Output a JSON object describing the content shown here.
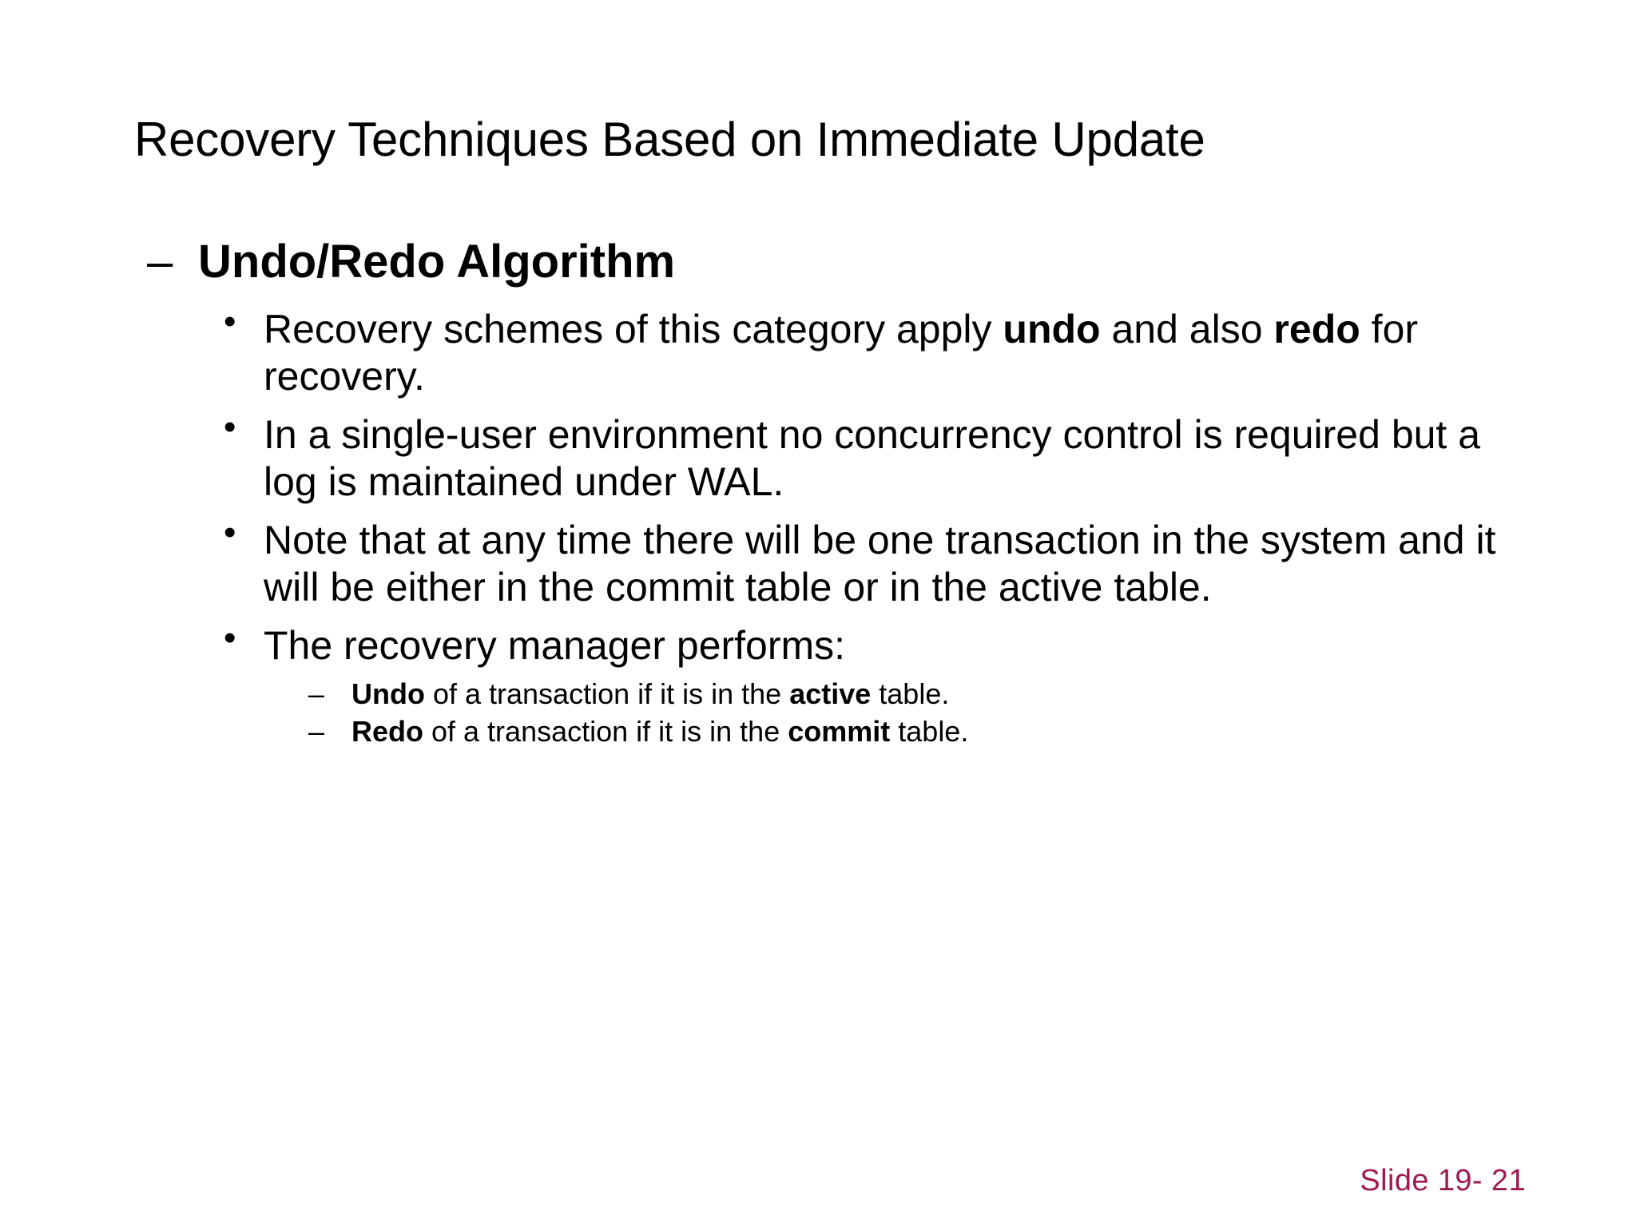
{
  "slide": {
    "title": "Recovery Techniques Based on Immediate Update",
    "background_color": "#FFFFFF",
    "text_color": "#000000",
    "accent_color": "#9E1B4F",
    "slide_number": "Slide 19- 21",
    "bullets": {
      "dash_glyph": "–",
      "round_glyph": "•"
    },
    "outline": {
      "level1": {
        "text": "Undo/Redo Algorithm"
      },
      "item1": {
        "part1": "Recovery schemes of this category apply ",
        "bold1": "undo",
        "part2": " and also ",
        "bold2": "redo",
        "part3": " for recovery."
      },
      "item2": {
        "text": "In a single-user environment no concurrency control is required but a log is maintained under WAL."
      },
      "item3": {
        "text": "Note that at any time there will be one transaction in the system and it will be either in the commit table or in the active table."
      },
      "item4": {
        "text": "The recovery manager performs:"
      },
      "sub1": {
        "bold1": "Undo",
        "part1": " of a transaction if it is in the ",
        "bold2": "active",
        "part2": " table."
      },
      "sub2": {
        "bold1": "Redo",
        "part1": " of a transaction if it is in the ",
        "bold2": "commit",
        "part2": " table."
      }
    }
  }
}
